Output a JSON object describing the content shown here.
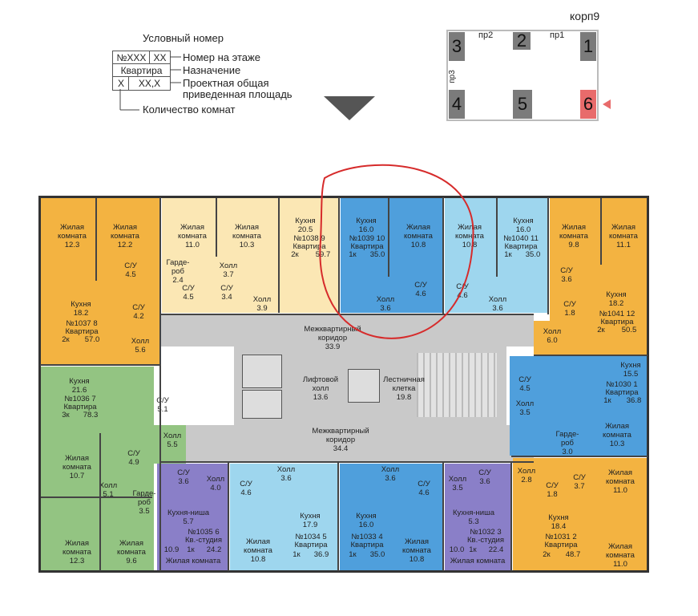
{
  "legend": {
    "title": "Условный номер",
    "box_num": "№XXX",
    "box_floor": "XX",
    "box_purpose": "Квартира",
    "box_rooms": "X",
    "box_area": "XX,X",
    "line1": "Номер на этаже",
    "line2": "Назначение",
    "line3a": "Проектная общая",
    "line3b": "приведенная площадь",
    "line4": "Количество комнат"
  },
  "keyplan": {
    "title": "корп9",
    "sections": [
      "3",
      "2",
      "1",
      "4",
      "5",
      "6"
    ],
    "passages": [
      "пр2",
      "пр1",
      "пр3"
    ],
    "active_section": "6"
  },
  "colors": {
    "yellow": "#f3b341",
    "light_yellow": "#fbe7b4",
    "green": "#93c482",
    "purple": "#8a7fc8",
    "light_blue": "#9ed6ee",
    "mid_blue": "#4f9fdc",
    "corridor": "#c9c9c9",
    "active_section": "#e86b6b"
  },
  "apartments": [
    {
      "id": "1037",
      "label": "№1037  8",
      "type": "Квартира",
      "rooms": "2к",
      "area": "57.0"
    },
    {
      "id": "1038",
      "label": "№1038  9",
      "type": "Квартира",
      "rooms": "2к",
      "area": "59.7"
    },
    {
      "id": "1039",
      "label": "№1039  10",
      "type": "Квартира",
      "rooms": "1к",
      "area": "35.0"
    },
    {
      "id": "1040",
      "label": "№1040  11",
      "type": "Квартира",
      "rooms": "1к",
      "area": "35.0"
    },
    {
      "id": "1041",
      "label": "№1041  12",
      "type": "Квартира",
      "rooms": "2к",
      "area": "50.5"
    },
    {
      "id": "1036",
      "label": "№1036  7",
      "type": "Квартира",
      "rooms": "3к",
      "area": "78.3"
    },
    {
      "id": "1030",
      "label": "№1030  1",
      "type": "Квартира",
      "rooms": "1к",
      "area": "36.8"
    },
    {
      "id": "1035",
      "label": "№1035  6",
      "type": "Кв.-студия",
      "rooms": "1к",
      "area": "24.2"
    },
    {
      "id": "1034",
      "label": "№1034  5",
      "type": "Квартира",
      "rooms": "1к",
      "area": "36.9"
    },
    {
      "id": "1033",
      "label": "№1033  4",
      "type": "Квартира",
      "rooms": "1к",
      "area": "35.0"
    },
    {
      "id": "1032",
      "label": "№1032  3",
      "type": "Кв.-студия",
      "rooms": "1к",
      "area": "22.4"
    },
    {
      "id": "1031",
      "label": "№1031  2",
      "type": "Квартира",
      "rooms": "2к",
      "area": "48.7"
    }
  ],
  "rooms": {
    "r1": "Жилая\nкомната\n12.3",
    "r2": "Жилая\nкомната\n12.2",
    "r3": "С/У\n4.5",
    "r4": "Кухня\n18.2",
    "r5": "С/У\n4.2",
    "r6": "Холл\n5.6",
    "r7": "Жилая\nкомната\n11.0",
    "r8": "Жилая\nкомната\n10.3",
    "r9": "Кухня\n20.5",
    "r10": "Гарде-\nроб\n2.4",
    "r11": "С/У\n4.5",
    "r12": "С/У\n3.4",
    "r13": "Холл\n3.7",
    "r14": "Холл\n3.9",
    "r15": "Кухня\n16.0",
    "r16": "Жилая\nкомната\n10.8",
    "r17": "Холл\n3.6",
    "r18": "С/У\n4.6",
    "r19": "Жилая\nкомната\n10.8",
    "r20": "Кухня\n16.0",
    "r21": "С/У\n4.6",
    "r22": "Холл\n3.6",
    "r23": "Жилая\nкомната\n9.8",
    "r24": "Жилая\nкомната\n11.1",
    "r25": "С/У\n3.6",
    "r26": "С/У\n1.8",
    "r27": "Кухня\n18.2",
    "r28": "Холл\n6.0",
    "r29": "Кухня\n21.6",
    "r30": "С/У\n5.1",
    "r31": "Холл\n5.5",
    "r32": "Жилая\nкомната\n10.7",
    "r33": "С/У\n4.9",
    "r34": "Холл\n5.1",
    "r35": "Гарде-\nроб\n3.5",
    "r36": "Жилая\nкомната\n12.3",
    "r37": "Жилая\nкомната\n9.6",
    "r38": "С/У\n4.5",
    "r39": "Кухня\n15.5",
    "r40": "Холл\n3.5",
    "r41": "Жилая\nкомната\n10.3",
    "r42": "Гарде-\nроб\n3.0",
    "r43": "С/У\n3.6",
    "r44": "Холл\n4.0",
    "r45": "Кухня-ниша\n5.7",
    "r46": "10.9",
    "r47": "Жилая комната",
    "r48": "С/У\n4.6",
    "r49": "Холл\n3.6",
    "r50": "Кухня\n17.9",
    "r51": "Жилая\nкомната\n10.8",
    "r52": "Холл\n3.6",
    "r53": "С/У\n4.6",
    "r54": "Кухня\n16.0",
    "r55": "Жилая\nкомната\n10.8",
    "r56": "Холл\n3.5",
    "r57": "С/У\n3.6",
    "r58": "Кухня-ниша\n5.3",
    "r59": "10.0",
    "r60": "Жилая комната",
    "r61": "Холл\n2.8",
    "r62": "С/У\n1.8",
    "r63": "С/У\n3.7",
    "r64": "Жилая\nкомната\n11.0",
    "r65": "Кухня\n18.4",
    "r66": "Жилая\nкомната\n11.0",
    "c1": "Межквартирный\nкоридор\n33.9",
    "c2": "Лифтовой\nхолл\n13.6",
    "c3": "Лестничная\nклетка\n19.8",
    "c4": "Межквартирный\nкоридор\n34.4"
  }
}
